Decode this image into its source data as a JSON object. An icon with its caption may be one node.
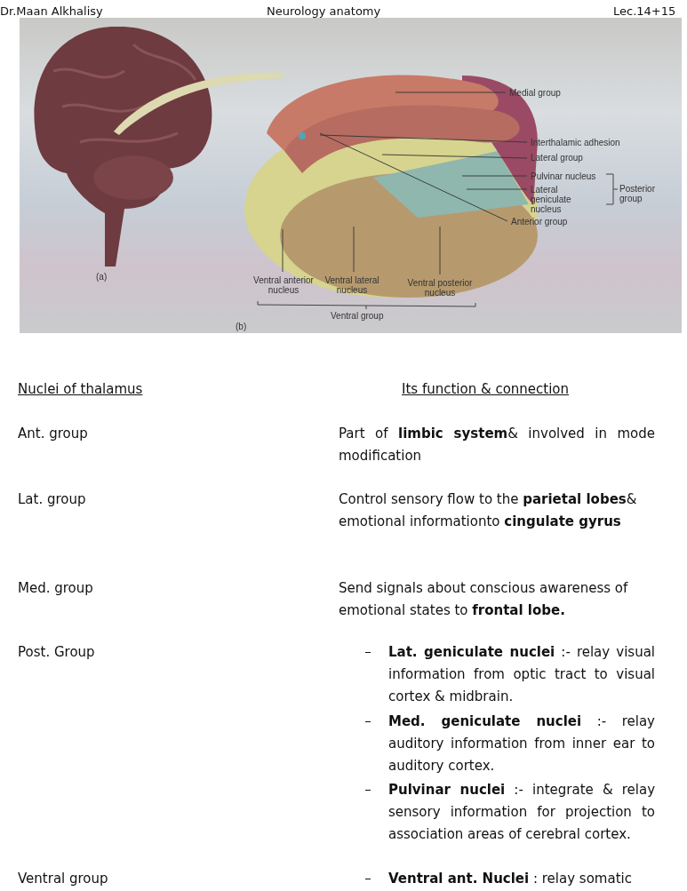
{
  "diagram": {
    "nodes": [
      {
        "text": [
          "Medial group"
        ]
      },
      {
        "text": [
          "Interthalamic adhesion"
        ]
      },
      {
        "text": [
          "Lateral group"
        ]
      },
      {
        "text": [
          "Pulvinar nucleus"
        ]
      },
      {
        "text": [
          "Lateral geniculate nucleus"
        ]
      },
      {
        "text": [
          "Anterior group"
        ]
      },
      {
        "text": [
          "Ventral anterior nucleus"
        ]
      },
      {
        "text": [
          "Ventral lateral nucleus"
        ]
      },
      {
        "text": [
          "Ventral posterior nucleus"
        ]
      }
    ],
    "edges": [
      {
        "from": 0,
        "to": null,
        "arrow": "none"
      },
      {
        "from": 1,
        "to": null,
        "arrow": "none"
      },
      {
        "from": 2,
        "to": null,
        "arrow": "none"
      },
      {
        "from": 3,
        "to": null,
        "arrow": "none"
      },
      {
        "from": 4,
        "to": null,
        "arrow": "none"
      },
      {
        "from": 5,
        "to": null,
        "arrow": "none"
      },
      {
        "from": 6,
        "to": null,
        "arrow": "none"
      },
      {
        "from": 7,
        "to": null,
        "arrow": "none"
      },
      {
        "from": 8,
        "to": null,
        "arrow": "none"
      }
    ],
    "labels": [
      "Dr.Maan Alkhalisy",
      "Neurology anatomy",
      "Lec.14+15",
      "(a)",
      "Posterior group",
      "Ventral group",
      "(b)",
      "Nuclei of thalamus",
      "Its function & connection",
      "Ant. group",
      "Part of **limbic system**& involved in mode modification",
      "Lat. group",
      "Control sensory flow to the **parietal lobes**& emotional informationto **cingulate gyrus**",
      "Med. group",
      "Send signals about conscious awareness of emotional states to **frontal lobe.**",
      "Post. Group",
      "**Lat. geniculate nuclei** :- relay visual information from optic tract to visual cortex & midbrain.",
      "**Med. geniculate nuclei** :- relay auditory information from inner ear to auditory cortex.",
      "**Pulvinar nuclei** :- integrate & relay sensory information for projection to association areas of cerebral cortex.",
      "Ventral group",
      "**Ventral ant. Nuclei** : relay somatic"
    ]
  }
}
